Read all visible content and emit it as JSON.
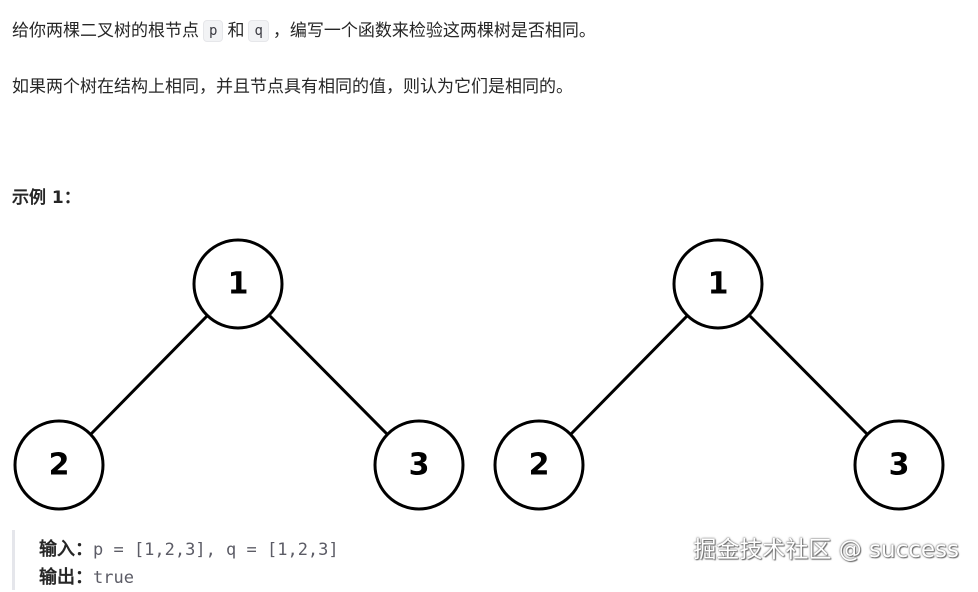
{
  "description": {
    "line1_before_p": "给你两棵二叉树的根节点",
    "p_code": "p",
    "line1_and": "和",
    "q_code": "q",
    "line1_after_q": "，编写一个函数来检验这两棵树是否相同。",
    "line2": "如果两个树在结构上相同，并且节点具有相同的值，则认为它们是相同的。"
  },
  "example": {
    "title": "示例 1：",
    "trees": [
      {
        "root": "1",
        "left": "2",
        "right": "3"
      },
      {
        "root": "1",
        "left": "2",
        "right": "3"
      }
    ],
    "input_label": "输入：",
    "input_value": "p = [1,2,3], q = [1,2,3]",
    "output_label": "输出：",
    "output_value": "true"
  },
  "watermark": "掘金技术社区 @ success"
}
